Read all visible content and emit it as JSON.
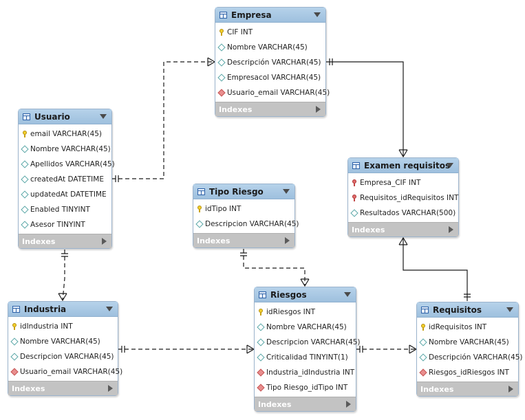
{
  "indexes_label": "Indexes",
  "tables": {
    "empresa": {
      "title": "Empresa",
      "columns": [
        {
          "kind": "key",
          "text": "CIF INT"
        },
        {
          "kind": "col",
          "text": "Nombre VARCHAR(45)"
        },
        {
          "kind": "col",
          "text": "Descripción VARCHAR(45)"
        },
        {
          "kind": "col",
          "text": "Empresacol VARCHAR(45)"
        },
        {
          "kind": "fkcol",
          "text": "Usuario_email VARCHAR(45)"
        }
      ]
    },
    "usuario": {
      "title": "Usuario",
      "columns": [
        {
          "kind": "key",
          "text": "email VARCHAR(45)"
        },
        {
          "kind": "col",
          "text": "Nombre VARCHAR(45)"
        },
        {
          "kind": "col",
          "text": "Apellidos VARCHAR(45)"
        },
        {
          "kind": "col",
          "text": "createdAt DATETIME"
        },
        {
          "kind": "col",
          "text": "updatedAt DATETIME"
        },
        {
          "kind": "col",
          "text": "Enabled TINYINT"
        },
        {
          "kind": "col",
          "text": "Asesor TINYINT"
        }
      ]
    },
    "examen_requisitos": {
      "title": "Examen requisitos",
      "columns": [
        {
          "kind": "fk",
          "text": "Empresa_CIF INT"
        },
        {
          "kind": "fk",
          "text": "Requisitos_idRequisitos INT"
        },
        {
          "kind": "col",
          "text": "Resultados VARCHAR(500)"
        }
      ]
    },
    "tipo_riesgo": {
      "title": "Tipo Riesgo",
      "columns": [
        {
          "kind": "key",
          "text": "idTipo INT"
        },
        {
          "kind": "col",
          "text": "Descripcion VARCHAR(45)"
        }
      ]
    },
    "industria": {
      "title": "Industria",
      "columns": [
        {
          "kind": "key",
          "text": "idIndustria INT"
        },
        {
          "kind": "col",
          "text": "Nombre VARCHAR(45)"
        },
        {
          "kind": "col",
          "text": "Descripcion VARCHAR(45)"
        },
        {
          "kind": "fkcol",
          "text": "Usuario_email VARCHAR(45)"
        }
      ]
    },
    "riesgos": {
      "title": "Riesgos",
      "columns": [
        {
          "kind": "key",
          "text": "idRiesgos INT"
        },
        {
          "kind": "col",
          "text": "Nombre VARCHAR(45)"
        },
        {
          "kind": "col",
          "text": "Descripcion VARCHAR(45)"
        },
        {
          "kind": "col",
          "text": "Criticalidad TINYINT(1)"
        },
        {
          "kind": "fkcol",
          "text": "Industria_idIndustria INT"
        },
        {
          "kind": "fkcol",
          "text": "Tipo Riesgo_idTipo INT"
        }
      ]
    },
    "requisitos": {
      "title": "Requisitos",
      "columns": [
        {
          "kind": "key",
          "text": "idRequisitos INT"
        },
        {
          "kind": "col",
          "text": "Nombre VARCHAR(45)"
        },
        {
          "kind": "col",
          "text": "Descripción VARCHAR(45)"
        },
        {
          "kind": "fkcol",
          "text": "Riesgos_idRiesgos INT"
        }
      ]
    }
  },
  "colors": {
    "header": "#9ec0de",
    "indexes_bar": "#c3c3c3",
    "connector": "#1a1a1a",
    "key": "#f2cf2b",
    "foreign_key": "#e06b6b"
  },
  "relationships": [
    {
      "from": "Usuario",
      "to": "Empresa",
      "style": "dashed",
      "cardinality": "one-to-many"
    },
    {
      "from": "Empresa",
      "to": "Examen requisitos",
      "style": "solid",
      "cardinality": "one-to-many"
    },
    {
      "from": "Requisitos",
      "to": "Examen requisitos",
      "style": "solid",
      "cardinality": "one-to-many"
    },
    {
      "from": "Usuario",
      "to": "Industria",
      "style": "dashed",
      "cardinality": "one-to-many"
    },
    {
      "from": "Tipo Riesgo",
      "to": "Riesgos",
      "style": "dashed",
      "cardinality": "one-to-many"
    },
    {
      "from": "Industria",
      "to": "Riesgos",
      "style": "dashed",
      "cardinality": "one-to-many"
    },
    {
      "from": "Riesgos",
      "to": "Requisitos",
      "style": "dashed",
      "cardinality": "one-to-many"
    }
  ]
}
